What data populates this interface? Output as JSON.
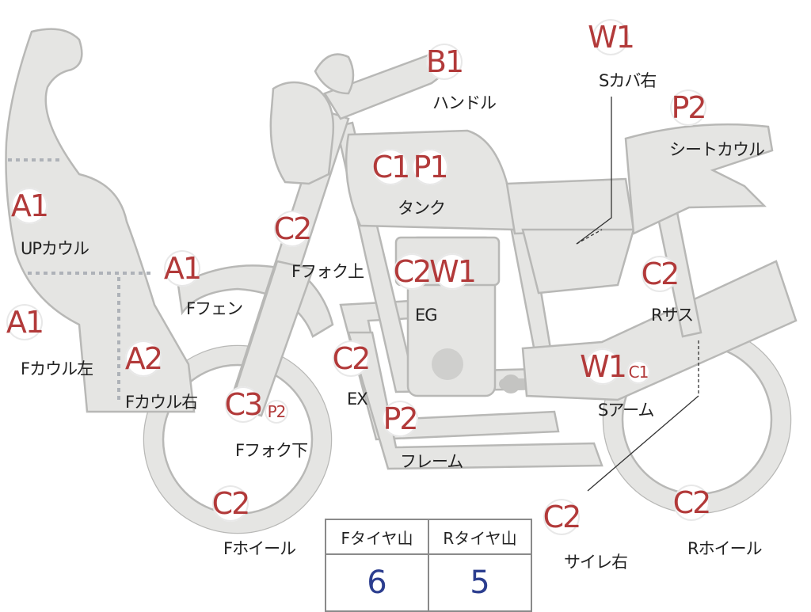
{
  "parts": [
    {
      "id": "up-cowl",
      "codes": [
        "A1"
      ],
      "label": "UPカウル"
    },
    {
      "id": "f-cowl-left",
      "codes": [
        "A1"
      ],
      "label": "Fカウル左"
    },
    {
      "id": "f-cowl-right",
      "codes": [
        "A2"
      ],
      "label": "Fカウル右"
    },
    {
      "id": "f-fender",
      "codes": [
        "A1"
      ],
      "label": "Fフェン"
    },
    {
      "id": "f-fork-upper",
      "codes": [
        "C2"
      ],
      "label": "Fフォク上"
    },
    {
      "id": "f-fork-lower",
      "codes": [
        "C3",
        "P2"
      ],
      "label": "Fフォク下"
    },
    {
      "id": "f-wheel",
      "codes": [
        "C2"
      ],
      "label": "Fホイール"
    },
    {
      "id": "handle",
      "codes": [
        "B1"
      ],
      "label": "ハンドル"
    },
    {
      "id": "tank",
      "codes": [
        "C1",
        "P1"
      ],
      "label": "タンク"
    },
    {
      "id": "engine",
      "codes": [
        "C2",
        "W1"
      ],
      "label": "EG"
    },
    {
      "id": "exhaust",
      "codes": [
        "C2"
      ],
      "label": "EX"
    },
    {
      "id": "frame",
      "codes": [
        "P2"
      ],
      "label": "フレーム"
    },
    {
      "id": "side-cover-right",
      "codes": [
        "W1"
      ],
      "label": "Sカバ右"
    },
    {
      "id": "seat-cowl",
      "codes": [
        "P2"
      ],
      "label": "シートカウル"
    },
    {
      "id": "r-suspension",
      "codes": [
        "C2"
      ],
      "label": "Rサス"
    },
    {
      "id": "swing-arm",
      "codes": [
        "W1",
        "C1"
      ],
      "label": "Sアーム"
    },
    {
      "id": "silencer-right",
      "codes": [
        "C2"
      ],
      "label": "サイレ右"
    },
    {
      "id": "r-wheel",
      "codes": [
        "C2"
      ],
      "label": "Rホイール"
    }
  ],
  "tire_table": {
    "headers": [
      "Fタイヤ山",
      "Rタイヤ山"
    ],
    "values": [
      "6",
      "5"
    ]
  },
  "colors": {
    "part_fill": "#e5e5e3",
    "part_outline": "#b8b8b6",
    "code_text": "#b23a3a",
    "table_value": "#2c3e8f"
  }
}
